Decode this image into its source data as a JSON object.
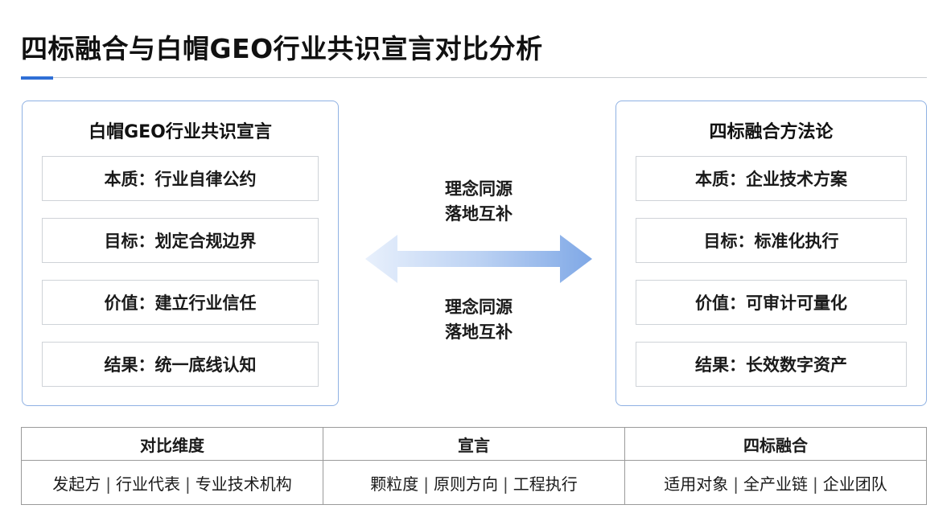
{
  "title": "四标融合与白帽GEO行业共识宣言对比分析",
  "left_panel": {
    "title": "白帽GEO行业共识宣言",
    "items": [
      {
        "label": "本质：",
        "value": "行业自律公约"
      },
      {
        "label": "目标：",
        "value": "划定合规边界"
      },
      {
        "label": "价值：",
        "value": "建立行业信任"
      },
      {
        "label": "结果：",
        "value": "统一底线认知"
      }
    ]
  },
  "right_panel": {
    "title": "四标融合方法论",
    "items": [
      {
        "label": "本质：",
        "value": "企业技术方案"
      },
      {
        "label": "目标：",
        "value": "标准化执行"
      },
      {
        "label": "价值：",
        "value": "可审计可量化"
      },
      {
        "label": "结果：",
        "value": "长效数字资产"
      }
    ]
  },
  "center": {
    "top": {
      "line1": "理念同源",
      "line2": "落地互补"
    },
    "bottom": {
      "line1": "理念同源",
      "line2": "落地互补"
    }
  },
  "table": {
    "headers": [
      "对比维度",
      "宣言",
      "四标融合"
    ],
    "cells": [
      [
        "发起方",
        "行业代表",
        "专业技术机构"
      ],
      [
        "颗粒度",
        "原则方向",
        "工程执行"
      ],
      [
        "适用对象",
        "全产业链",
        "企业团队"
      ]
    ],
    "separator": "|"
  },
  "colors": {
    "accent": "#2f6fd6",
    "panel_border": "#8fb1e3",
    "arrow_light": "#e3edfb",
    "arrow_dark": "#7fa8e6"
  }
}
